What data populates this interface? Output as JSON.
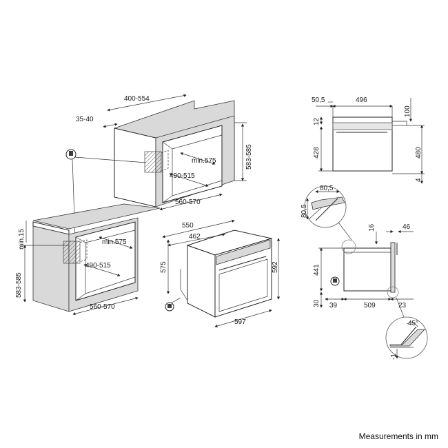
{
  "footer": "Measurements in mm",
  "dimensions": {
    "d400_554": "400-554",
    "d35_40": "35-40",
    "d583_585_a": "583-585",
    "min575_a": "min.575",
    "d490_515_a": "490-515",
    "d560_570_a": "560-570",
    "min15": "min.15",
    "min575_b": "min.575",
    "d490_515_b": "490-515",
    "d583_585_b": "583-585",
    "d560_570_b": "560-570",
    "d550": "550",
    "d462": "462",
    "d575": "575",
    "d592": "592",
    "d597": "597",
    "d50_5": "50,5",
    "d496": "496",
    "d100": "100",
    "d12": "12",
    "d428": "428",
    "d480": "480",
    "d4": "4",
    "d80_5_h": "80,5",
    "d80_5_v": "80,5",
    "d16": "16",
    "d46": "46",
    "d441": "441",
    "d30": "30",
    "d39": "39",
    "d509": "509",
    "d23": "23",
    "d45deg": "45°",
    "dminus1": "-1"
  },
  "colors": {
    "line": "#222222",
    "cabinet": "#d9d9d9",
    "dark": "#3a3a3a"
  }
}
